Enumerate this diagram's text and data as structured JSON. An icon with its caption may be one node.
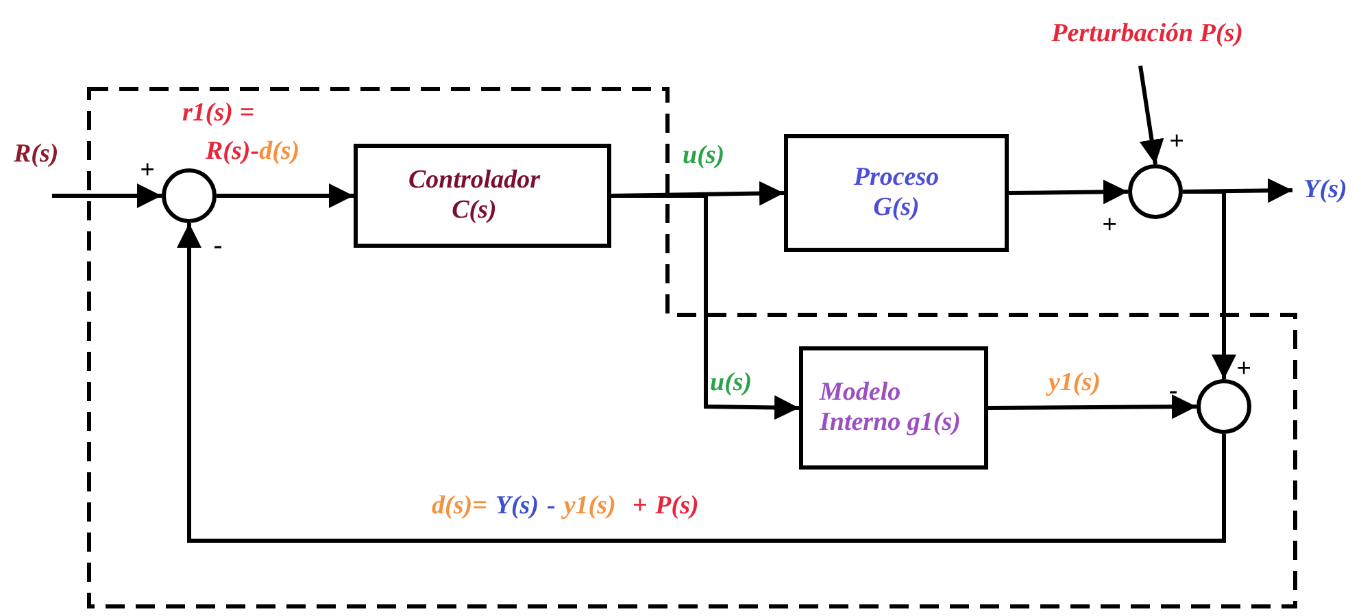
{
  "diagram": {
    "nodes": [
      {
        "text": [],
        "shape": "circle"
      },
      {
        "text": [
          "Controlador C(s)"
        ]
      },
      {
        "text": [
          "Proceso G(s)"
        ]
      },
      {
        "text": [],
        "shape": "circle"
      },
      {
        "text": [
          "Modelo Interno g1(s)"
        ]
      },
      {
        "text": [],
        "shape": "circle"
      },
      {
        "text": [
          "Perturbación P(s)"
        ]
      },
      {
        "text": [
          "Y(s)"
        ]
      }
    ],
    "edges": [
      {
        "from": null,
        "to": 0,
        "arrow": "to"
      },
      {
        "from": 0,
        "to": 1,
        "arrow": "to"
      },
      {
        "from": 1,
        "to": 2,
        "arrow": "to"
      },
      {
        "from": 2,
        "to": 3,
        "arrow": "to"
      },
      {
        "from": 6,
        "to": 3,
        "arrow": "to"
      },
      {
        "from": 3,
        "to": 7,
        "arrow": "to"
      },
      {
        "from": 3,
        "to": 5,
        "arrow": "to"
      },
      {
        "from": 1,
        "to": 4,
        "arrow": "to"
      },
      {
        "from": 4,
        "to": 5,
        "arrow": "to"
      },
      {
        "from": 5,
        "to": 0,
        "arrow": "to"
      }
    ],
    "labels": [
      "R(s)",
      "r1(s) =",
      "R(s)-",
      "d(s)",
      "u(s)",
      "+",
      "-",
      "+",
      "+",
      "u(s)",
      "y1(s)",
      "-",
      "+",
      "d(s)=",
      "Y(s)",
      "-",
      "y1(s)",
      "+",
      "P(s)"
    ]
  }
}
